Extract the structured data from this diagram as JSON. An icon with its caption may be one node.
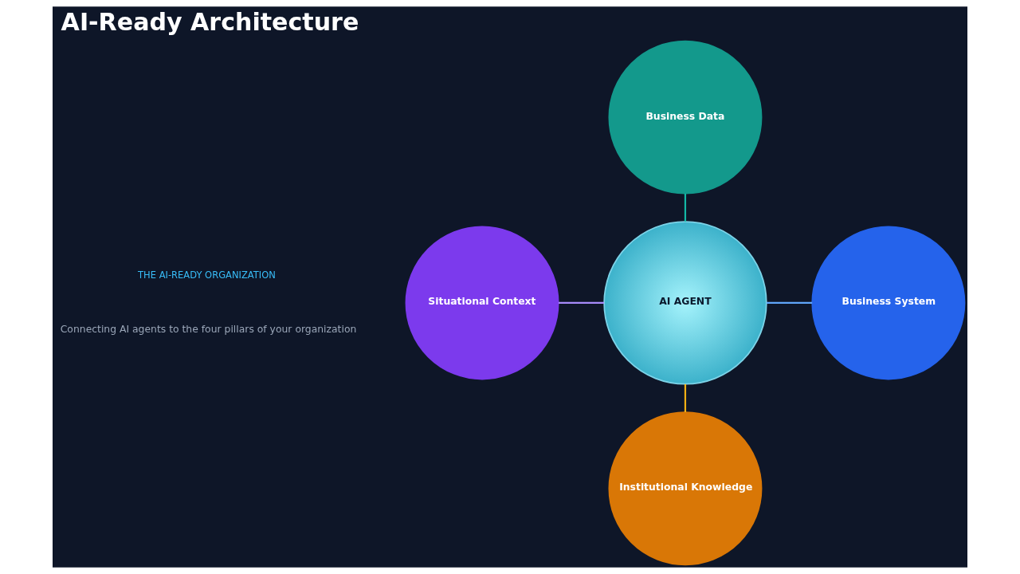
{
  "diagram": {
    "title": "AI-Ready Architecture",
    "nodes": [
      {
        "text": [
          "Business Data"
        ]
      },
      {
        "text": [
          "Situational Context"
        ]
      },
      {
        "text": [
          "AI AGENT"
        ]
      },
      {
        "text": [
          "Business System"
        ]
      },
      {
        "text": [
          "Institutional Knowledge"
        ]
      }
    ],
    "edges": [
      {
        "from": 0,
        "to": 2,
        "arrow": "none",
        "color": "#14b8a6"
      },
      {
        "from": 1,
        "to": 2,
        "arrow": "none",
        "color": "#a78bfa"
      },
      {
        "from": 2,
        "to": 3,
        "arrow": "none",
        "color": "#60a5fa"
      },
      {
        "from": 2,
        "to": 4,
        "arrow": "none",
        "color": "#f5b014"
      }
    ],
    "labels": [
      "THE AI-READY ORGANIZATION",
      "Connecting AI agents to the four pillars of your organization"
    ]
  }
}
